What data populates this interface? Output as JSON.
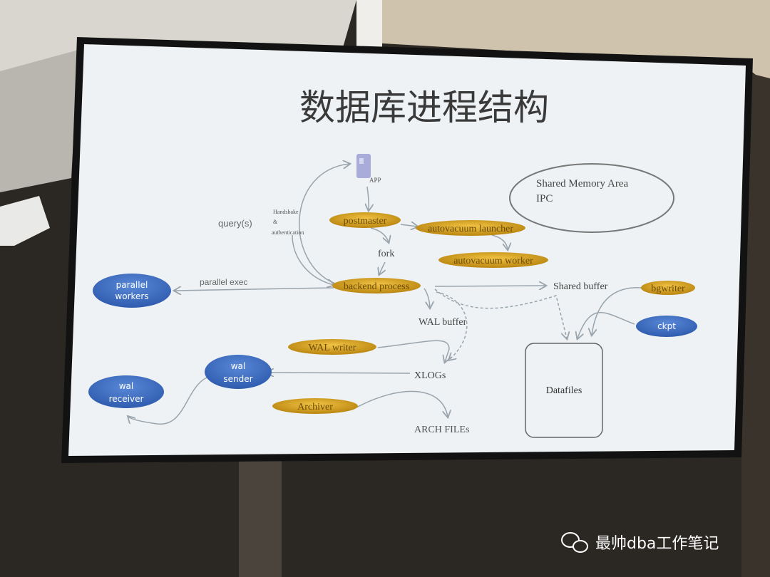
{
  "slide": {
    "title": "数据库进程结构",
    "app_label": "APP",
    "query_label": "query(s)",
    "handshake_lines": [
      "Handshake",
      "&",
      "authentication"
    ],
    "fork_label": "fork",
    "parallel_exec_label": "parallel exec",
    "shared_memory": {
      "line1": "Shared Memory Area",
      "line2": "IPC"
    },
    "gold_nodes": {
      "postmaster": "postmaster",
      "autovacuum_launcher": "autovacuum launcher",
      "autovacuum_worker": "autovacuum worker",
      "backend_process": "backend process",
      "bgwriter": "bgwriter",
      "wal_writer": "WAL writer",
      "archiver": "Archiver"
    },
    "blue_nodes": {
      "parallel_workers": [
        "parallel",
        "workers"
      ],
      "wal_sender": [
        "wal",
        "sender"
      ],
      "wal_receiver": [
        "wal",
        "receiver"
      ],
      "ckpt": "ckpt"
    },
    "labels": {
      "shared_buffer": "Shared buffer",
      "wal_buffer": "WAL buffer",
      "xlogs": "XLOGs",
      "arch_files": "ARCH FILEs",
      "datafiles": "Datafiles"
    },
    "colors": {
      "gold": "#d9a21c",
      "blue": "#3f6fc6",
      "slide_bg": "#eef2f4"
    }
  },
  "watermark": {
    "text": "最帅dba工作笔记",
    "icon": "wechat-icon"
  }
}
